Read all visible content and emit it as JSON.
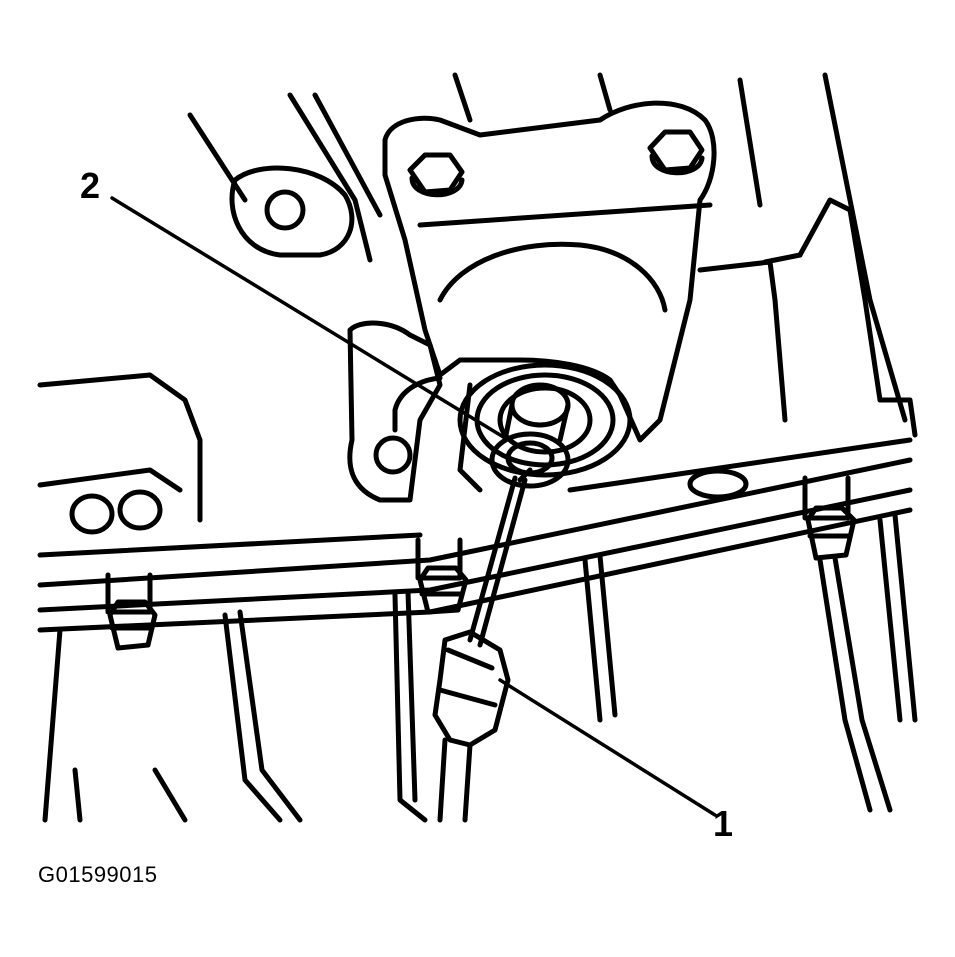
{
  "diagram": {
    "callouts": [
      {
        "id": "2",
        "label": "2"
      },
      {
        "id": "1",
        "label": "1"
      }
    ],
    "figure_id": "G01599015"
  },
  "colors": {
    "ink": "#000000",
    "paper": "#ffffff"
  }
}
